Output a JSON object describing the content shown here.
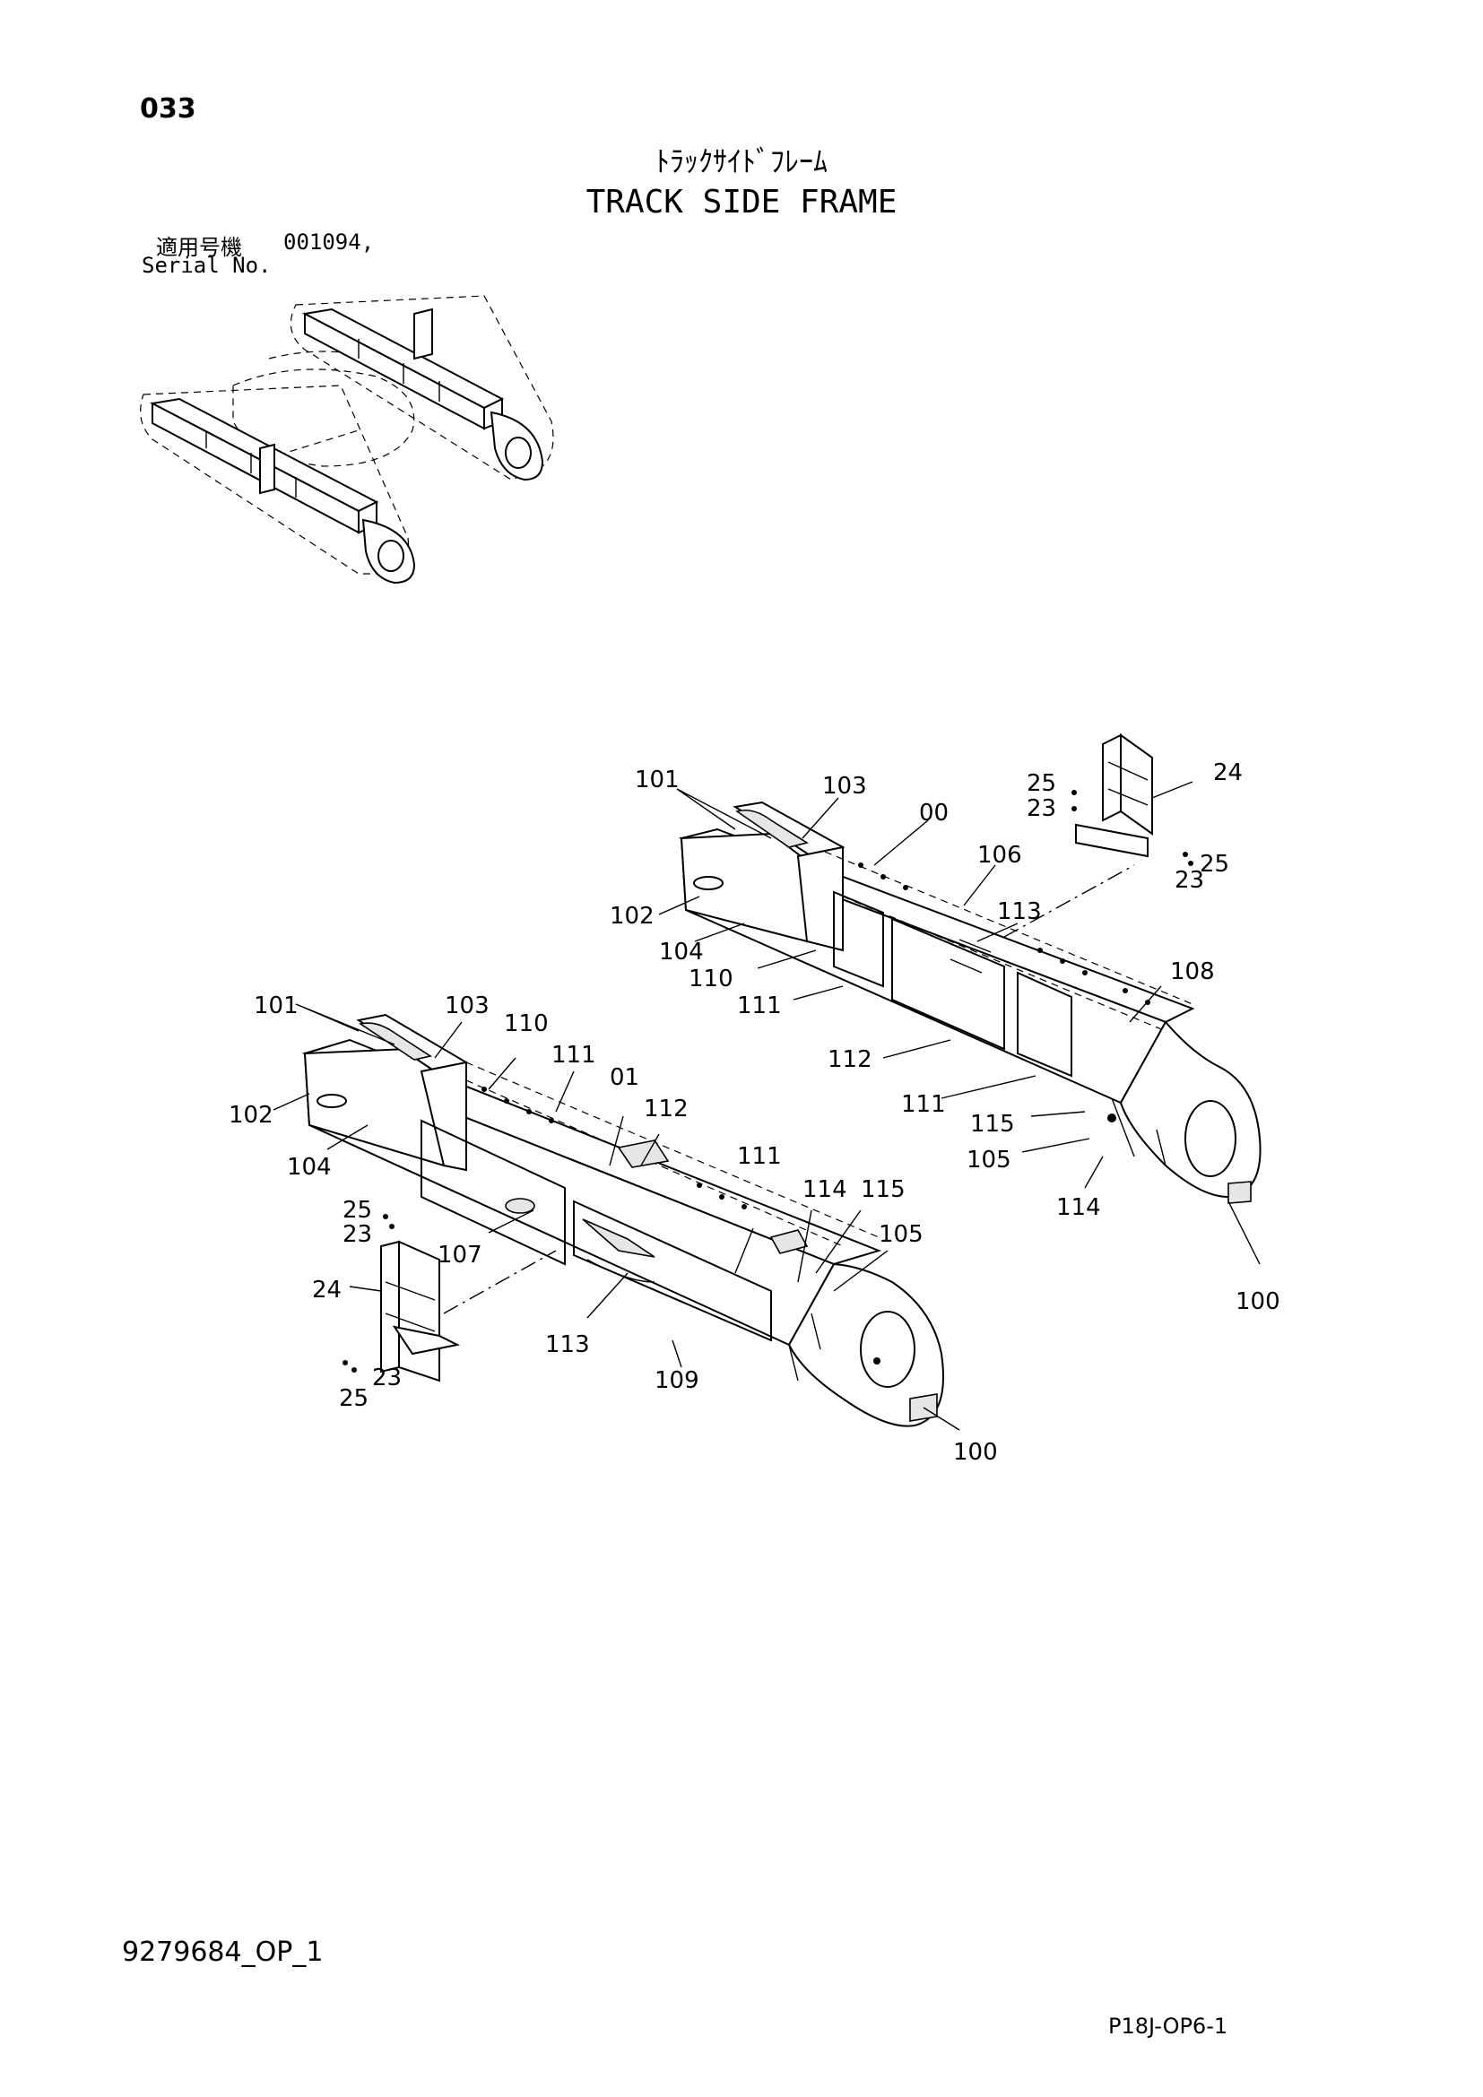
{
  "header": {
    "page_number": "033",
    "title_jp": "ﾄﾗｯｸｻｲﾄﾞﾌﾚｰﾑ",
    "title_en": "TRACK SIDE FRAME",
    "serial_label_jp": "適用号機",
    "serial_value": "001094,",
    "serial_label_en": "Serial No."
  },
  "callouts": {
    "upper_frame": {
      "c101": "101",
      "c103": "103",
      "c00": "00",
      "c106": "106",
      "c113": "113",
      "c102": "102",
      "c104": "104",
      "c110": "110",
      "c111a": "111",
      "c112": "112",
      "c111b": "111",
      "c115": "115",
      "c105": "105",
      "c114": "114",
      "c108": "108",
      "c100": "100"
    },
    "upper_ladder": {
      "c25a": "25",
      "c23a": "23",
      "c24": "24",
      "c25b": "25",
      "c23b": "23"
    },
    "lower_frame": {
      "c101": "101",
      "c103": "103",
      "c110": "110",
      "c111a": "111",
      "c01": "01",
      "c112": "112",
      "c102": "102",
      "c104": "104",
      "c111b": "111",
      "c107": "107",
      "c114": "114",
      "c115": "115",
      "c105": "105",
      "c113": "113",
      "c109": "109",
      "c100": "100"
    },
    "lower_ladder": {
      "c25a": "25",
      "c23a": "23",
      "c24": "24",
      "c23b": "23",
      "c25b": "25"
    }
  },
  "footer": {
    "drawing_code": "9279684_OP_1",
    "page_code": "P18J-OP6-1"
  }
}
